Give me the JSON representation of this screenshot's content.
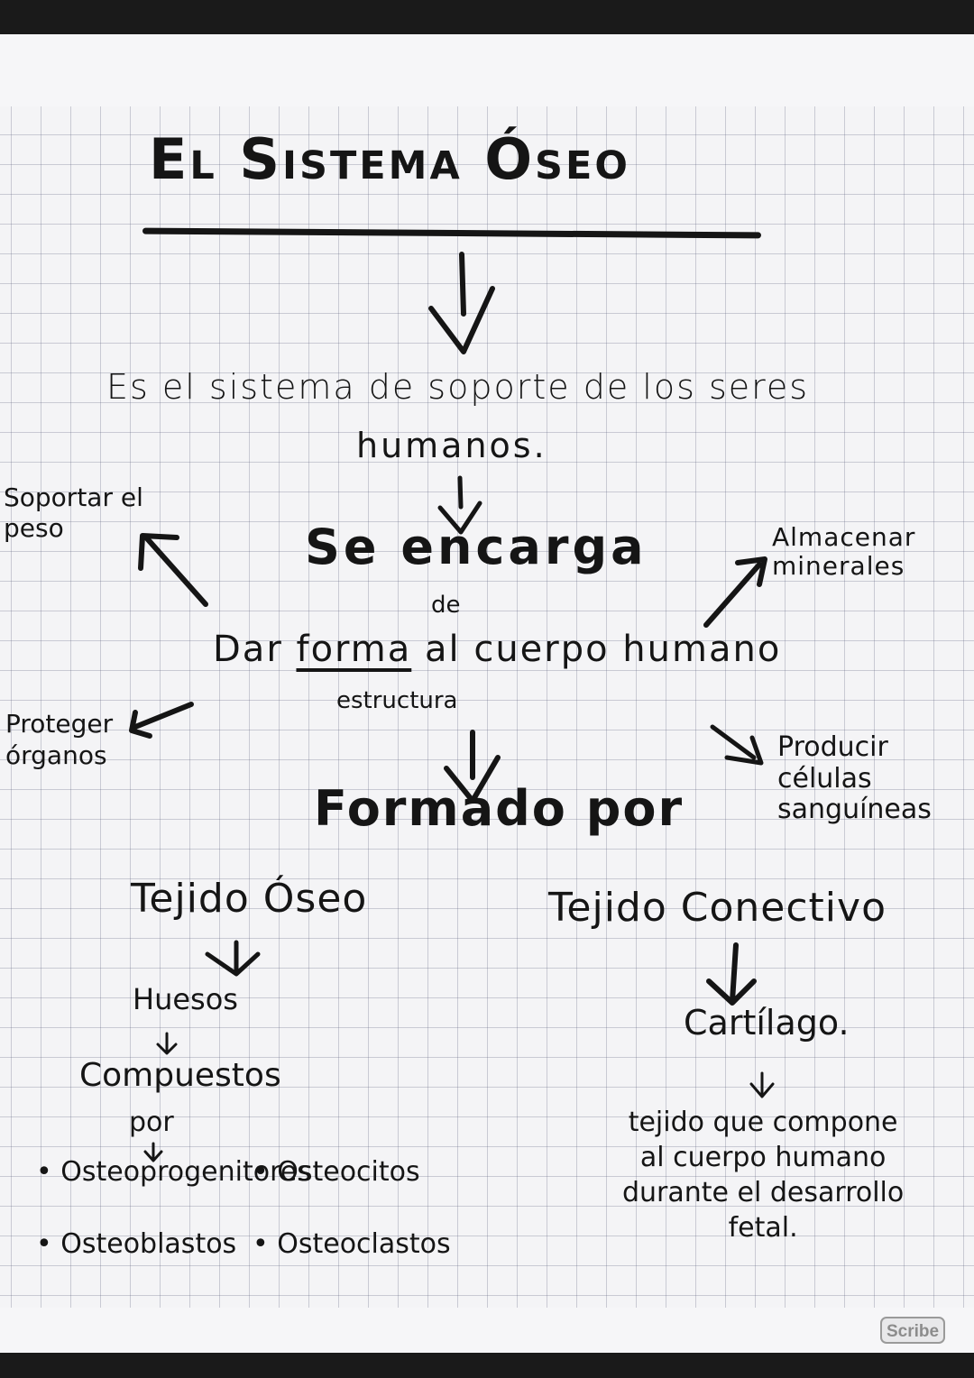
{
  "title": "El Sistema Óseo",
  "definition": {
    "line1": "Es el sistema de soporte de los seres",
    "line2": "humanos."
  },
  "role": {
    "heading": "Se encarga",
    "connector": "de"
  },
  "main_function": {
    "prefix": "Dar",
    "underlined": "forma",
    "suffix": "al cuerpo humano",
    "note": "estructura"
  },
  "functions": {
    "top_left": "Soportar el\npeso",
    "bottom_left": "Proteger\nórganos",
    "top_right": "Almacenar\nminerales",
    "bottom_right": "Producir\ncélulas\nsanguíneas"
  },
  "composition": {
    "heading": "Formado por",
    "left": {
      "tissue": "Tejido Óseo",
      "item": "Huesos",
      "composed": "Compuestos",
      "by": "por",
      "cells": [
        "• Osteoprogenitores",
        "• Osteocitos",
        "• Osteoblastos",
        "• Osteoclastos"
      ]
    },
    "right": {
      "tissue": "Tejido Conectivo",
      "item": "Cartílago.",
      "description": "tejido que compone\nal cuerpo humano\ndurante el desarrollo\nfetal."
    }
  },
  "watermark": "Scribe"
}
